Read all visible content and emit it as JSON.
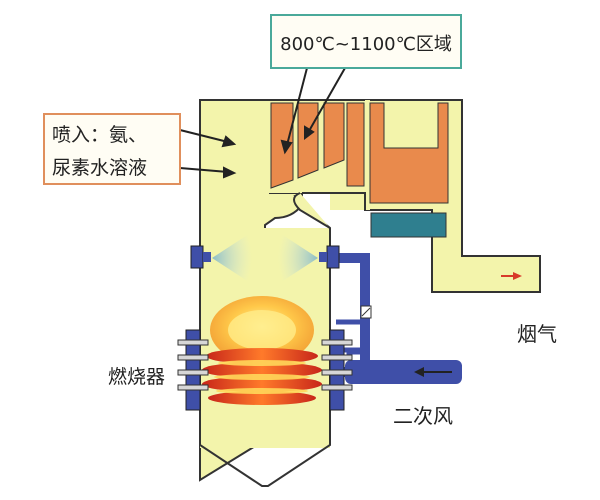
{
  "labels": {
    "temp_zone": "800℃~1100℃区域",
    "inject_line1": "喷入：氨、",
    "inject_line2": "尿素水溶液",
    "burner": "燃烧器",
    "secondary_air": "二次风",
    "flue_gas": "烟气"
  },
  "colors": {
    "furnace_fill": "#f3f4ab",
    "outline": "#333333",
    "pipe": "#3f4fa8",
    "orange": "#e98a4c",
    "teal": "#2f7f8f",
    "callout_top_border": "#4aa99a",
    "callout_left_border": "#e08f5c",
    "flue_arrow": "#d83a2a",
    "flame_hot": "#e8421f",
    "flame_glow": "#ffe07a"
  },
  "icons": [
    "furnace",
    "spray-nozzle-icon",
    "burner-icon",
    "flame-icon",
    "flue-gas-arrow-icon",
    "secondary-air-arrow-icon",
    "damper-icon"
  ]
}
